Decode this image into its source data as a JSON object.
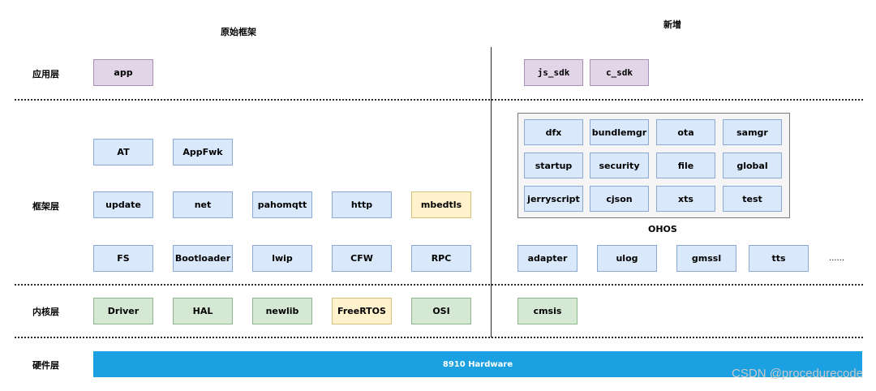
{
  "headers": {
    "original": "原始框架",
    "new": "新增"
  },
  "layers": {
    "app": "应用层",
    "framework": "框架层",
    "kernel": "内核层",
    "hardware": "硬件层"
  },
  "app_layer": {
    "app": "app",
    "js_sdk": "js_sdk",
    "c_sdk": "c_sdk"
  },
  "framework_layer": {
    "row1": [
      "AT",
      "AppFwk"
    ],
    "row2": [
      "update",
      "net",
      "pahomqtt",
      "http",
      "mbedtls"
    ],
    "row3": [
      "FS",
      "Bootloader",
      "lwip",
      "CFW",
      "RPC"
    ],
    "ohos_title": "OHOS",
    "ohos_items": [
      "dfx",
      "bundlemgr",
      "ota",
      "samgr",
      "startup",
      "security",
      "file",
      "global",
      "jerryscript",
      "cjson",
      "xts",
      "test"
    ],
    "new_row": [
      "adapter",
      "ulog",
      "gmssl",
      "tts"
    ],
    "ellipsis": "......"
  },
  "kernel_layer": {
    "items": [
      "Driver",
      "HAL",
      "newlib",
      "FreeRTOS",
      "OSI"
    ],
    "new": "cmsis"
  },
  "hardware_layer": {
    "label": "8910 Hardware"
  },
  "watermark": "CSDN @procedurecode",
  "colors": {
    "blue_fill": "#dae8fc",
    "purple_fill": "#e1d5e7",
    "green_fill": "#d5e8d4",
    "yellow_fill": "#fff2cc",
    "hardware_fill": "#1ba1e2"
  }
}
